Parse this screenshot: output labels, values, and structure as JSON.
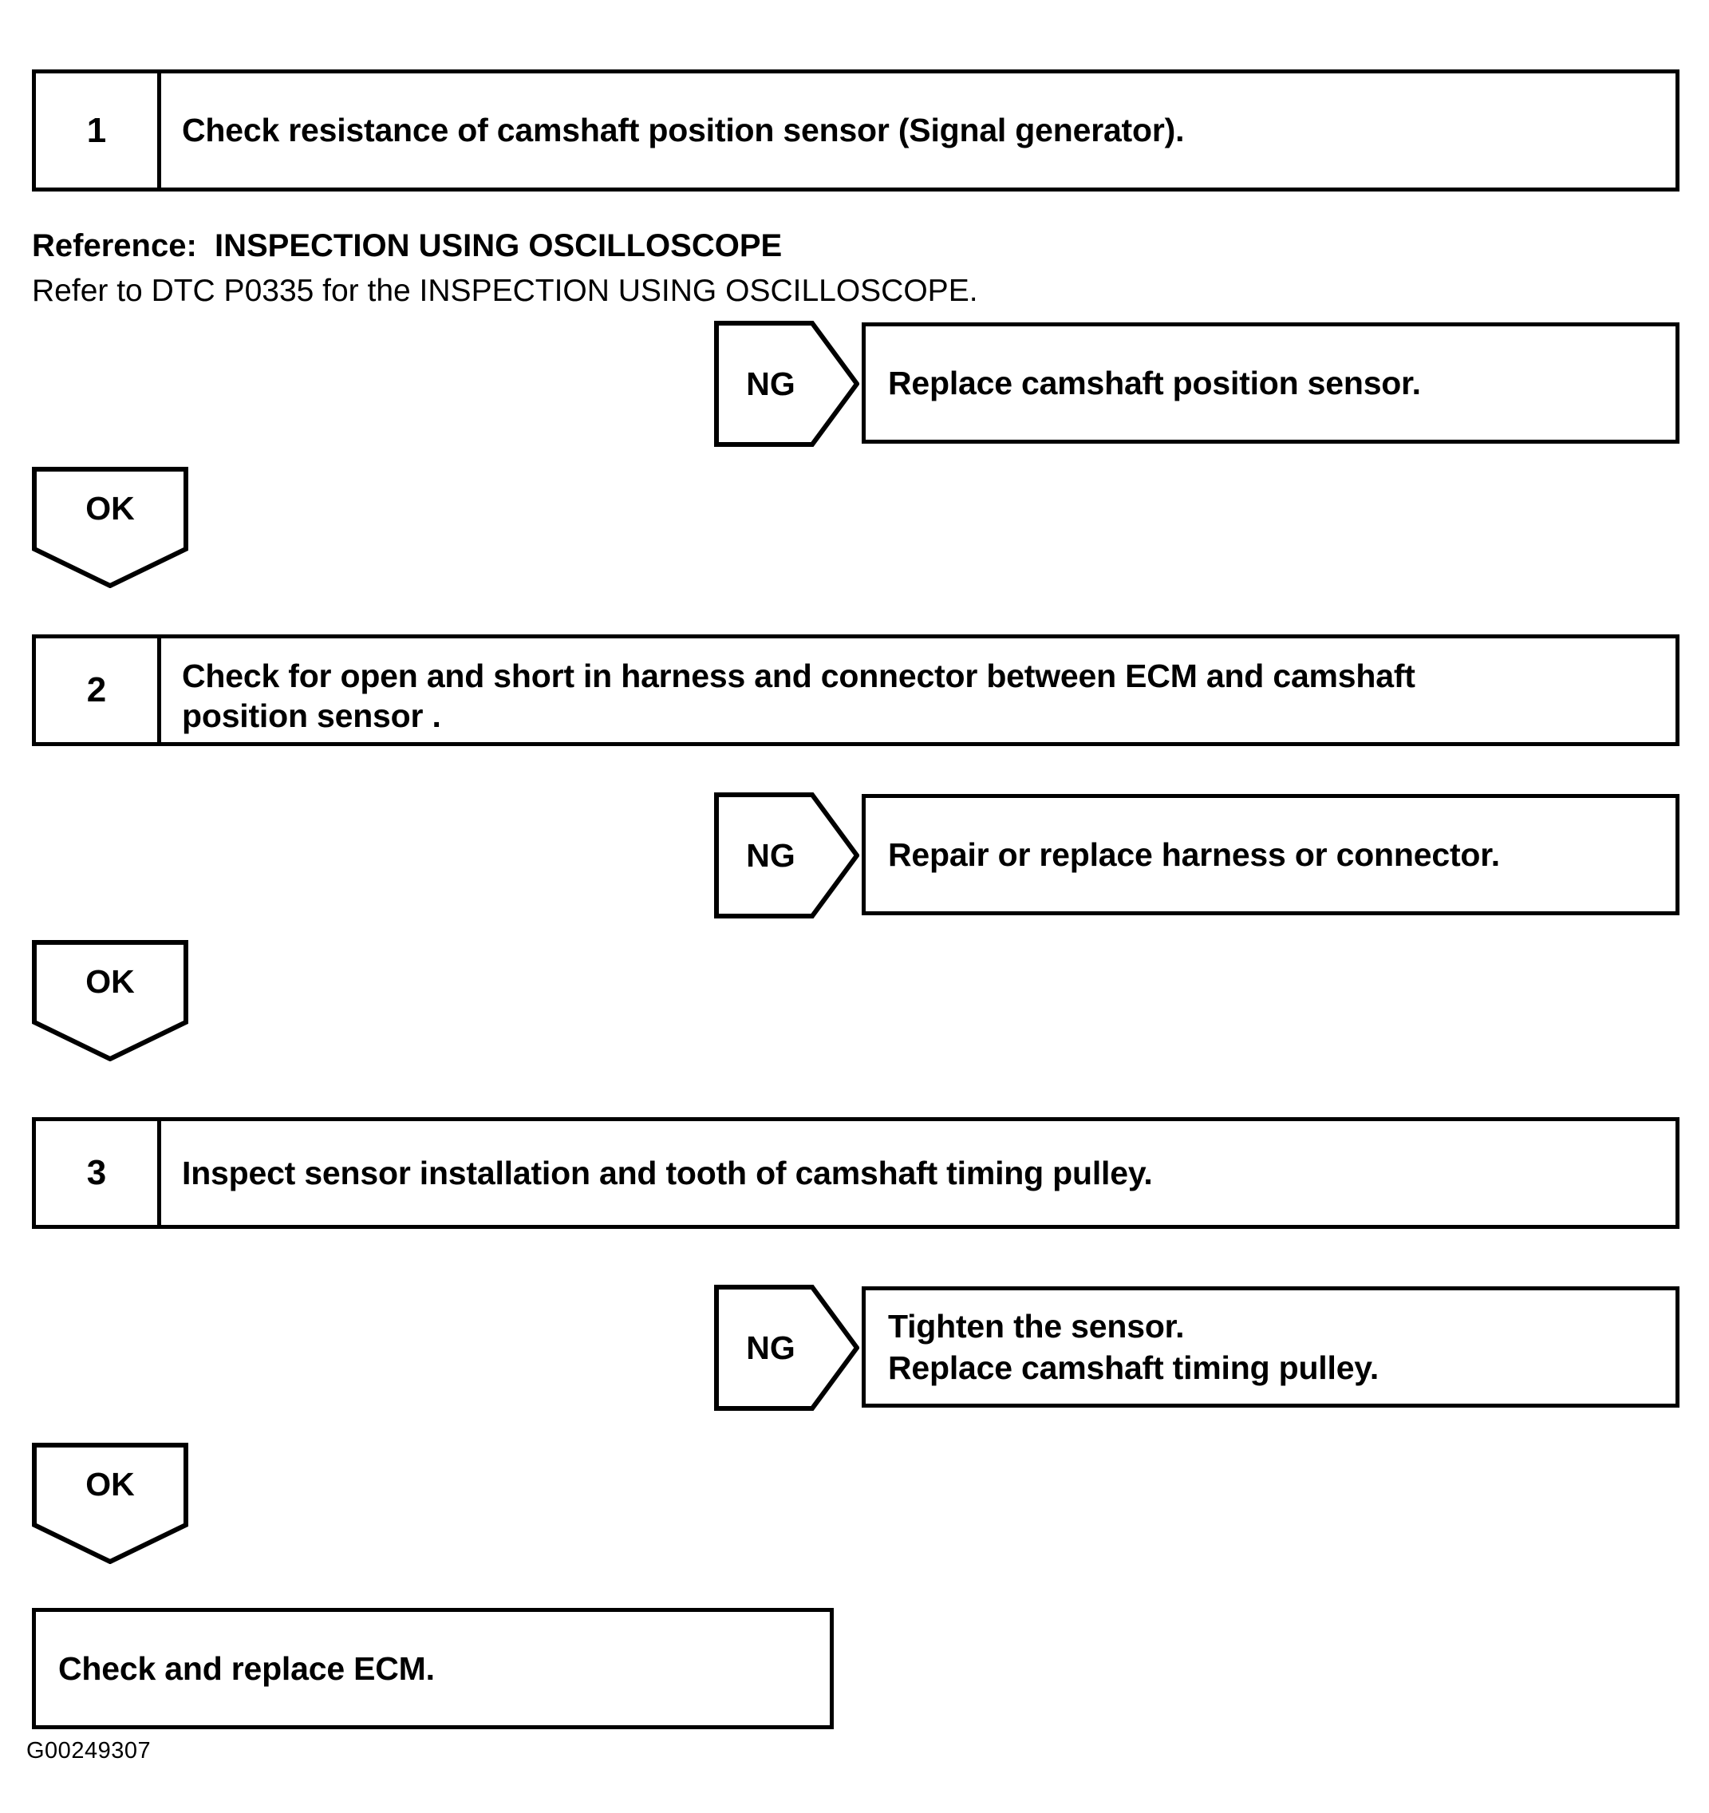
{
  "figure": {
    "code": "G00249307",
    "type": "diagnostic-flowchart"
  },
  "steps": [
    {
      "number": "1",
      "text": "Check resistance of camshaft position sensor (Signal generator)."
    },
    {
      "number": "2",
      "line1": "Check for open and short in harness and connector between ECM and camshaft",
      "line2": "position sensor ."
    },
    {
      "number": "3",
      "text": "Inspect sensor installation and tooth of camshaft timing pulley."
    }
  ],
  "reference": {
    "heading": "Reference:  INSPECTION USING OSCILLOSCOPE",
    "body": "Refer to DTC P0335 for the INSPECTION USING OSCILLOSCOPE."
  },
  "branches": {
    "ng_label": "NG",
    "ok_label": "OK",
    "ng_results": [
      {
        "text": "Replace camshaft position sensor."
      },
      {
        "text": "Repair or replace harness or connector."
      },
      {
        "line1": "Tighten the sensor.",
        "line2": "Replace camshaft timing pulley."
      }
    ]
  },
  "final": {
    "text": "Check and replace ECM."
  },
  "colors": {
    "line": "#000000",
    "background": "#ffffff",
    "text": "#000000"
  }
}
